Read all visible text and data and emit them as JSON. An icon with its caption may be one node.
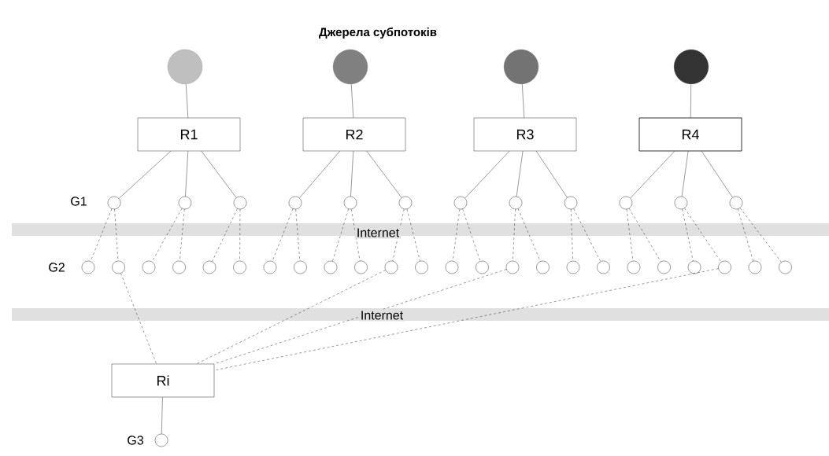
{
  "diagram": {
    "title": "Джерела субпотоків",
    "nodes": [
      {
        "text": [],
        "shape": "circle"
      },
      {
        "text": [],
        "shape": "circle"
      },
      {
        "text": [],
        "shape": "circle"
      },
      {
        "text": [],
        "shape": "circle"
      },
      {
        "text": [
          "R1"
        ]
      },
      {
        "text": [
          "R2"
        ]
      },
      {
        "text": [
          "R3"
        ]
      },
      {
        "text": [
          "R4"
        ]
      },
      {
        "text": [],
        "shape": "circle"
      },
      {
        "text": [],
        "shape": "circle"
      },
      {
        "text": [],
        "shape": "circle"
      },
      {
        "text": [],
        "shape": "circle"
      },
      {
        "text": [],
        "shape": "circle"
      },
      {
        "text": [],
        "shape": "circle"
      },
      {
        "text": [],
        "shape": "circle"
      },
      {
        "text": [],
        "shape": "circle"
      },
      {
        "text": [],
        "shape": "circle"
      },
      {
        "text": [],
        "shape": "circle"
      },
      {
        "text": [],
        "shape": "circle"
      },
      {
        "text": [],
        "shape": "circle"
      },
      {
        "text": [],
        "shape": "circle"
      },
      {
        "text": [],
        "shape": "circle"
      },
      {
        "text": [],
        "shape": "circle"
      },
      {
        "text": [],
        "shape": "circle"
      },
      {
        "text": [],
        "shape": "circle"
      },
      {
        "text": [],
        "shape": "circle"
      },
      {
        "text": [],
        "shape": "circle"
      },
      {
        "text": [],
        "shape": "circle"
      },
      {
        "text": [],
        "shape": "circle"
      },
      {
        "text": [],
        "shape": "circle"
      },
      {
        "text": [],
        "shape": "circle"
      },
      {
        "text": [],
        "shape": "circle"
      },
      {
        "text": [],
        "shape": "circle"
      },
      {
        "text": [],
        "shape": "circle"
      },
      {
        "text": [],
        "shape": "circle"
      },
      {
        "text": [],
        "shape": "circle"
      },
      {
        "text": [],
        "shape": "circle"
      },
      {
        "text": [],
        "shape": "circle"
      },
      {
        "text": [],
        "shape": "circle"
      },
      {
        "text": [],
        "shape": "circle"
      },
      {
        "text": [],
        "shape": "circle"
      },
      {
        "text": [],
        "shape": "circle"
      },
      {
        "text": [],
        "shape": "circle"
      },
      {
        "text": [],
        "shape": "circle"
      },
      {
        "text": [
          "Ri"
        ]
      },
      {
        "text": [],
        "shape": "circle"
      }
    ],
    "edges": [
      {
        "from": 0,
        "to": 4,
        "arrow": "none"
      },
      {
        "from": 1,
        "to": 5,
        "arrow": "none"
      },
      {
        "from": 2,
        "to": 6,
        "arrow": "none"
      },
      {
        "from": 3,
        "to": 7,
        "arrow": "none"
      },
      {
        "from": 4,
        "to": 8,
        "arrow": "none"
      },
      {
        "from": 4,
        "to": 9,
        "arrow": "none"
      },
      {
        "from": 4,
        "to": 10,
        "arrow": "none"
      },
      {
        "from": 5,
        "to": 11,
        "arrow": "none"
      },
      {
        "from": 5,
        "to": 12,
        "arrow": "none"
      },
      {
        "from": 5,
        "to": 13,
        "arrow": "none"
      },
      {
        "from": 6,
        "to": 14,
        "arrow": "none"
      },
      {
        "from": 6,
        "to": 15,
        "arrow": "none"
      },
      {
        "from": 6,
        "to": 16,
        "arrow": "none"
      },
      {
        "from": 7,
        "to": 17,
        "arrow": "none"
      },
      {
        "from": 7,
        "to": 18,
        "arrow": "none"
      },
      {
        "from": 7,
        "to": 19,
        "arrow": "none"
      },
      {
        "from": 8,
        "to": 20,
        "arrow": "none",
        "style": "dashed"
      },
      {
        "from": 8,
        "to": 21,
        "arrow": "none",
        "style": "dashed"
      },
      {
        "from": 9,
        "to": 22,
        "arrow": "none",
        "style": "dashed"
      },
      {
        "from": 9,
        "to": 23,
        "arrow": "none",
        "style": "dashed"
      },
      {
        "from": 10,
        "to": 24,
        "arrow": "none",
        "style": "dashed"
      },
      {
        "from": 10,
        "to": 25,
        "arrow": "none",
        "style": "dashed"
      },
      {
        "from": 11,
        "to": 26,
        "arrow": "none",
        "style": "dashed"
      },
      {
        "from": 11,
        "to": 27,
        "arrow": "none",
        "style": "dashed"
      },
      {
        "from": 12,
        "to": 28,
        "arrow": "none",
        "style": "dashed"
      },
      {
        "from": 12,
        "to": 29,
        "arrow": "none",
        "style": "dashed"
      },
      {
        "from": 13,
        "to": 30,
        "arrow": "none",
        "style": "dashed"
      },
      {
        "from": 13,
        "to": 31,
        "arrow": "none",
        "style": "dashed"
      },
      {
        "from": 14,
        "to": 32,
        "arrow": "none",
        "style": "dashed"
      },
      {
        "from": 14,
        "to": 33,
        "arrow": "none",
        "style": "dashed"
      },
      {
        "from": 15,
        "to": 34,
        "arrow": "none",
        "style": "dashed"
      },
      {
        "from": 15,
        "to": 35,
        "arrow": "none",
        "style": "dashed"
      },
      {
        "from": 16,
        "to": 36,
        "arrow": "none",
        "style": "dashed"
      },
      {
        "from": 16,
        "to": 37,
        "arrow": "none",
        "style": "dashed"
      },
      {
        "from": 17,
        "to": 38,
        "arrow": "none",
        "style": "dashed"
      },
      {
        "from": 17,
        "to": 39,
        "arrow": "none",
        "style": "dashed"
      },
      {
        "from": 18,
        "to": 40,
        "arrow": "none",
        "style": "dashed"
      },
      {
        "from": 18,
        "to": 41,
        "arrow": "none",
        "style": "dashed"
      },
      {
        "from": 19,
        "to": 42,
        "arrow": "none",
        "style": "dashed"
      },
      {
        "from": 19,
        "to": 43,
        "arrow": "none",
        "style": "dashed"
      },
      {
        "from": 21,
        "to": 44,
        "arrow": "none",
        "style": "dashed"
      },
      {
        "from": 30,
        "to": 44,
        "arrow": "none",
        "style": "dashed"
      },
      {
        "from": 34,
        "to": 44,
        "arrow": "none",
        "style": "dashed"
      },
      {
        "from": 41,
        "to": 44,
        "arrow": "none",
        "style": "dashed"
      },
      {
        "from": 44,
        "to": 45,
        "arrow": "none"
      }
    ],
    "labels": [
      "G1",
      "Internet",
      "G2",
      "Internet",
      "G3"
    ]
  }
}
